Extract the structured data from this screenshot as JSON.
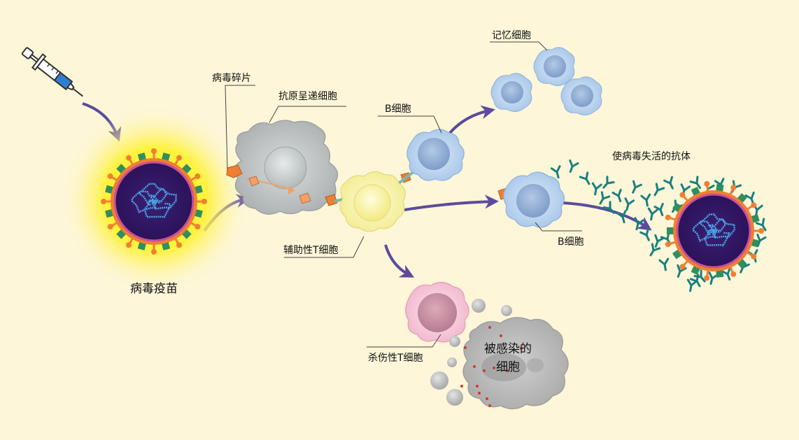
{
  "labels": {
    "vaccine": "病毒疫苗",
    "virus_fragment": "病毒碎片",
    "apc": "抗原呈递细胞",
    "b_cell_top": "B细胞",
    "memory_cell": "记忆细胞",
    "helper_t": "辅助性T细胞",
    "b_cell_right": "B细胞",
    "antibody": "使病毒失活的抗体",
    "killer_t": "杀伤性T细胞",
    "infected_line1": "被感染的",
    "infected_line2": "细胞"
  },
  "colors": {
    "background": "#fdf6d8",
    "arrow": "#5c4b9b",
    "virus_ring": "#ef7f33",
    "virus_core": "#3e1e6e",
    "rna": "#4ba3e3",
    "spike_green": "#2f8f5e",
    "antibody": "#18807f",
    "apc": "#b8bcbc",
    "b_cell": "#a9c8ea",
    "helper_t": "#f7f2a0",
    "killer_t": "#f0b6cc",
    "infected": "#b9b9b9"
  }
}
